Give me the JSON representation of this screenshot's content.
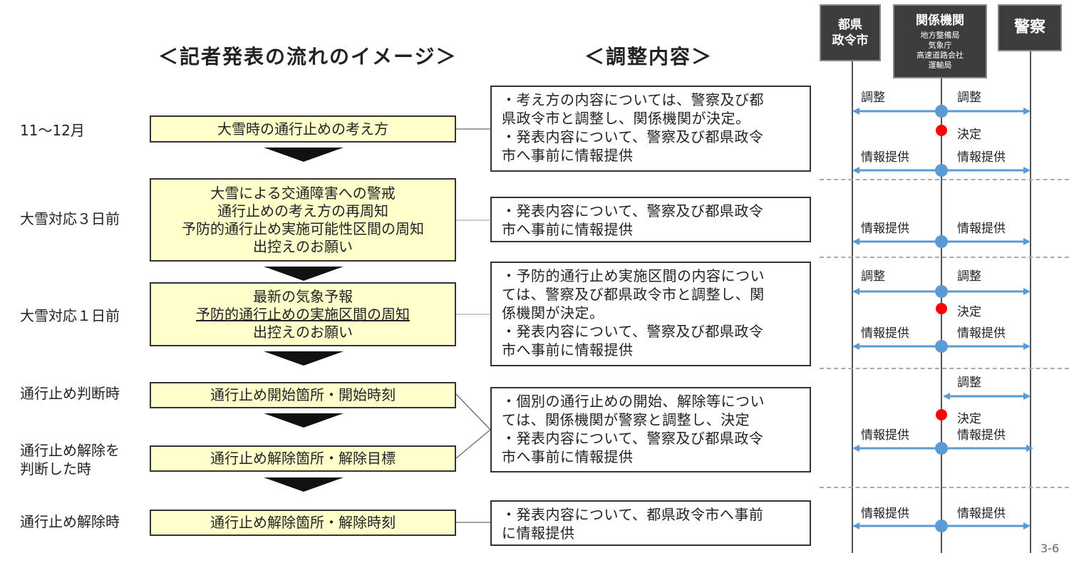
{
  "titles": {
    "left": "＜記者発表の流れのイメージ＞",
    "center": "＜調整内容＞"
  },
  "phases": [
    "11〜12月",
    "大雪対応３日前",
    "大雪対応１日前",
    "通行止め判断時",
    "通行止め解除を",
    "判断した時",
    "通行止め解除時"
  ],
  "flow_boxes": [
    {
      "lines": [
        "大雪時の通行止めの考え方"
      ]
    },
    {
      "lines": [
        "大雪による交通障害への警戒",
        "通行止めの考え方の再周知",
        "予防的通行止め実施可能性区間の周知",
        "出控えのお願い"
      ]
    },
    {
      "lines": [
        "最新の気象予報",
        "予防的通行止めの実施区間の周知",
        "出控えのお願い"
      ]
    },
    {
      "lines": [
        "通行止め開始箇所・開始時刻"
      ]
    },
    {
      "lines": [
        "通行止め解除箇所・解除目標"
      ]
    },
    {
      "lines": [
        "通行止め解除箇所・解除時刻"
      ]
    }
  ],
  "content_boxes": [
    {
      "lines": [
        "・考え方の内容については、警察及び都",
        "県政令市と調整し、関係機関が決定。",
        "・発表内容について、警察及び都県政令",
        "市へ事前に情報提供"
      ]
    },
    {
      "lines": [
        "・発表内容について、警察及び都県政令",
        "市へ事前に情報提供"
      ]
    },
    {
      "lines": [
        "・予防的通行止め実施区間の内容につい",
        "ては、警察及び都県政令市と調整し、関",
        "係機関が決定。",
        "・発表内容について、警察及び都県政令",
        "市へ事前に情報提供"
      ]
    },
    {
      "lines": [
        "・個別の通行止めの開始、解除等につい",
        "ては、関係機関が警察と調整し、決定",
        "・発表内容について、警察及び都県政令",
        "市へ事前に情報提供"
      ]
    },
    {
      "lines": [
        "・発表内容について、都県政令市へ事前",
        "に情報提供"
      ]
    }
  ],
  "lanes": {
    "pref": {
      "line1": "都県",
      "line2": "政令市"
    },
    "agencies": {
      "title": "関係機関",
      "sub": [
        "地方整備局",
        "気象庁",
        "高速道路会社",
        "運輸局"
      ]
    },
    "police": {
      "title": "警察"
    }
  },
  "labels": {
    "adjust": "調整",
    "decide": "決定",
    "info": "情報提供"
  },
  "colors": {
    "flow_box_fill": "#ffffcc",
    "arrow_blue": "#5b9bd5",
    "node_blue": "#5b9bd5",
    "decide_red": "#ff0000",
    "header_dark": "#3c3c3c"
  },
  "page_number": "3-6"
}
